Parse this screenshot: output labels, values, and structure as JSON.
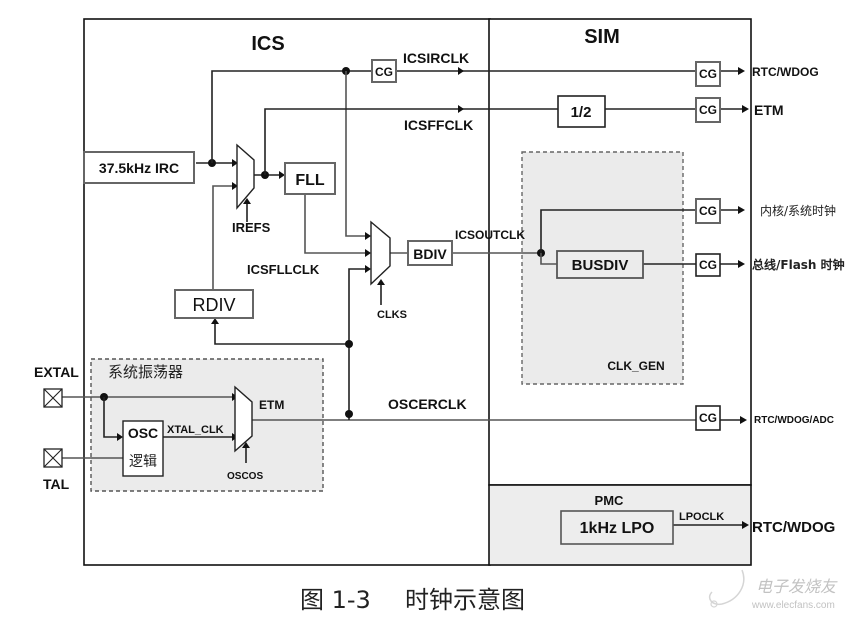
{
  "modules": {
    "ics": "ICS",
    "sim": "SIM",
    "pmc": "PMC",
    "clk_gen": "CLK_GEN",
    "system_oscillator": "系统振荡器"
  },
  "blocks": {
    "irc": "37.5kHz IRC",
    "fll": "FLL",
    "rdiv": "RDIV",
    "bdiv": "BDIV",
    "div2": "1/2",
    "busdiv": "BUSDIV",
    "osc_line1": "OSC",
    "osc_line2": "逻辑",
    "lpo": "1kHz LPO",
    "cg": "CG"
  },
  "signals": {
    "icsirclk": "ICSIRCLK",
    "icsffclk": "ICSFFCLK",
    "icsfllclk": "ICSFLLCLK",
    "icsoutclk": "ICSOUTCLK",
    "oscerclk": "OSCERCLK",
    "xtal_clk": "XTAL_CLK",
    "lpoclk": "LPOCLK",
    "irefs": "IREFS",
    "clks": "CLKS",
    "oscos": "OSCOS",
    "etm_internal": "ETM"
  },
  "pins": {
    "extal": "EXTAL",
    "xtal": "TAL"
  },
  "outputs": {
    "rtc_wdog_1": "RTC/WDOG",
    "etm": "ETM",
    "core_sys_clock": "内核/系统时钟",
    "bus_flash_clock": "总线/Flash 时钟",
    "rtc_wdog_adc": "RTC/WDOG/ADC",
    "rtc_wdog_2": "RTC/WDOG"
  },
  "caption": {
    "figure_no": "图 1-3",
    "title": "时钟示意图"
  },
  "watermark": {
    "name": "电子发烧友",
    "url": "www.elecfans.com"
  }
}
